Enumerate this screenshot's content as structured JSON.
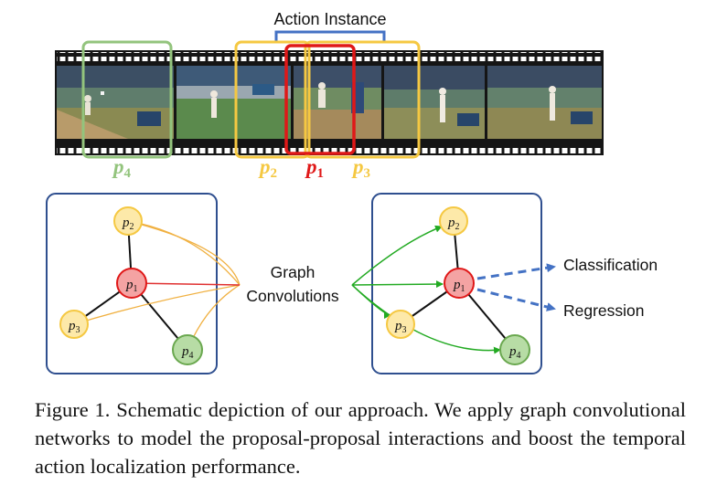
{
  "figure": {
    "action_instance_label": "Action Instance",
    "graph_convolutions_label": [
      "Graph",
      "Convolutions"
    ],
    "classification_label": "Classification",
    "regression_label": "Regression",
    "proposal_labels": {
      "p1": {
        "letter": "p",
        "sub": "1"
      },
      "p2": {
        "letter": "p",
        "sub": "2"
      },
      "p3": {
        "letter": "p",
        "sub": "3"
      },
      "p4": {
        "letter": "p",
        "sub": "4"
      }
    },
    "colors": {
      "p1": "#e01818",
      "p2": "#f5c842",
      "p3": "#f5c842",
      "p4": "#93c47d",
      "p1_fill": "#f4a3a3",
      "p2_fill": "#fde9a9",
      "p4_fill": "#b7dca5",
      "bracket": "#4472c4",
      "green_edge": "#22aa22",
      "orange_edge": "#f0b040",
      "red_edge": "#e03030",
      "panel_border": "#2f4f8f"
    }
  },
  "caption": "Figure 1. Schematic depiction of our approach. We apply graph convolutional networks to model the proposal-proposal interactions and boost the temporal action localization performance."
}
